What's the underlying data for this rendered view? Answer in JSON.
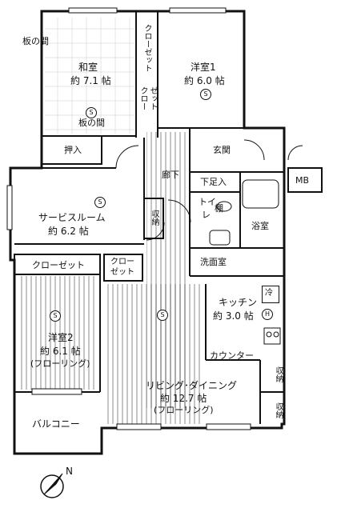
{
  "rooms": {
    "washitsu": {
      "name": "和室",
      "size": "約 7.1 帖"
    },
    "youshitsu1": {
      "name": "洋室1",
      "size": "約 6.0 帖"
    },
    "service_room": {
      "name": "サービスルーム",
      "size": "約 6.2 帖"
    },
    "youshitsu2": {
      "name": "洋室2",
      "size": "約 6.1 帖",
      "floor": "(フローリング)"
    },
    "kitchen": {
      "name": "キッチン",
      "size": "約 3.0 帖"
    },
    "ldk": {
      "name": "リビング･ダイニング",
      "size": "約 12.7 帖",
      "floor": "(フローリング)"
    }
  },
  "labels": {
    "ita_no_ma_top": "板の間",
    "ita_no_ma_bottom": "板の間",
    "closet_top": "クローゼット",
    "closet_small_1": "クロー",
    "closet_small_2": "ゼット",
    "oshiire": "押入",
    "genkan": "玄関",
    "mb": "MB",
    "shita_ashiire": "下足入",
    "rouka": "廊下",
    "toilet_1": "トイ",
    "toilet_2": "レ",
    "tana": "棚",
    "yokushitsu": "浴室",
    "shuunou": "収納",
    "senmenshitsu": "洗面室",
    "closet_left": "クローゼット",
    "closet_mid_1": "クロー",
    "closet_mid_2": "ゼット",
    "counter": "カウンター",
    "shuunou_right_1": "収納",
    "shuunou_right_2": "収納",
    "balcony": "バルコニー",
    "rei": "冷",
    "north": "N"
  },
  "symbols": {
    "s_mark": "S",
    "h_mark": "H"
  }
}
